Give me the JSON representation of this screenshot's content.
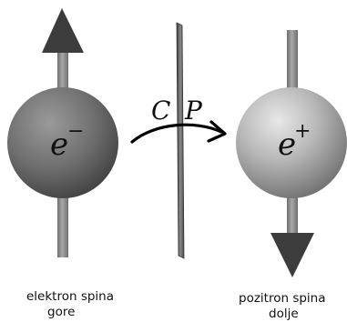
{
  "left_particle": {
    "symbol": "e",
    "charge": "−",
    "spin": "up",
    "caption_line1": "elektron spina",
    "caption_line2": "gore"
  },
  "right_particle": {
    "symbol": "e",
    "charge": "+",
    "spin": "down",
    "caption_line1": "pozitron spina",
    "caption_line2": "dolje"
  },
  "transformation": {
    "label_c": "C",
    "label_p": "P"
  },
  "colors": {
    "rod": "#8c8c8c",
    "arrowhead": "#3c3c3c",
    "mirror": "#5a5a5a",
    "curve": "#000000"
  }
}
